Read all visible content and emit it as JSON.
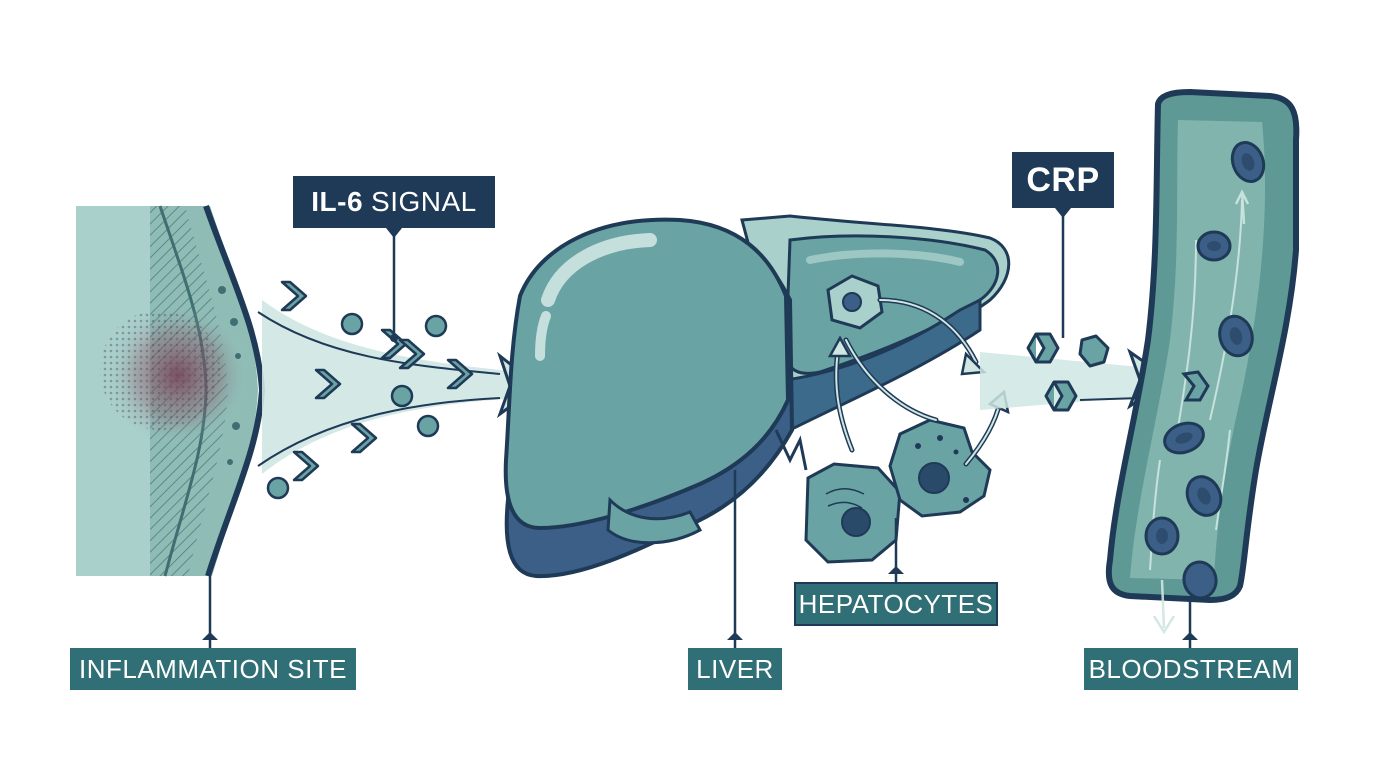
{
  "labels": {
    "il6_bold": "IL-6",
    "il6_rest": "SIGNAL",
    "crp": "CRP",
    "inflammation_site": "INFLAMMATION SITE",
    "liver": "LIVER",
    "hepatocytes": "HEPATOCYTES",
    "bloodstream": "BLOODSTREAM"
  },
  "colors": {
    "dark_navy": "#1f3a57",
    "teal": "#2f6f75",
    "liver_fill": "#6aa3a3",
    "pale_teal": "#cfe6e3",
    "inflammation": "#7a3e55",
    "vessel_fill": "#5e9996"
  }
}
